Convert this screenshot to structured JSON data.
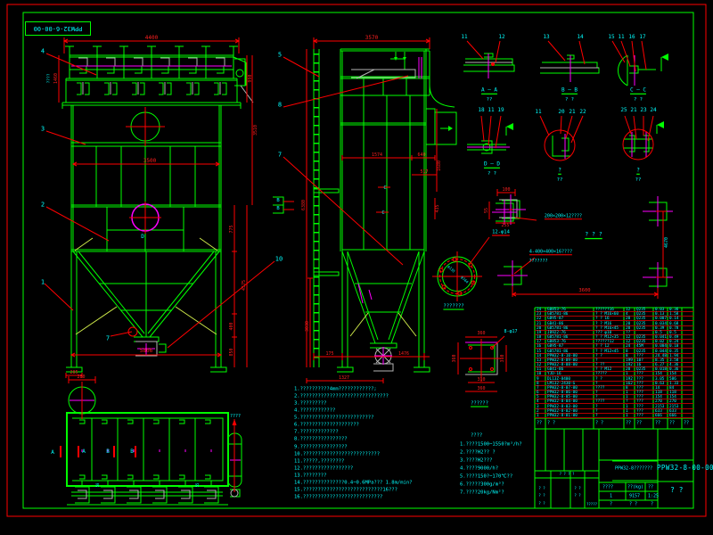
{
  "app": {
    "background": "#000000"
  },
  "colors": {
    "line_green": "#00ff00",
    "dim_red": "#ff0000",
    "text_cyan": "#00ffff",
    "accent_magenta": "#ff00ff",
    "brace_yellow": "#cde84a",
    "steel_grey": "#b4b4b4"
  },
  "header": {
    "drawing_no_corner": "PPW32-6-00-00"
  },
  "title_block": {
    "product_title": "PPW32-8???????",
    "drawing_no": "PPW32-8-00-00",
    "sheet_label": "?  ?",
    "qty_header": "????",
    "weight_header": "??(kg)",
    "scale_header": "??",
    "qty": "1",
    "weight": "9157",
    "scale": "1:25",
    "footer_cells": [
      "?",
      "? ?",
      "?"
    ]
  },
  "bom": {
    "header": [
      "??",
      "?  ?",
      "?  ?",
      "??",
      "??",
      "??",
      "??",
      "??"
    ],
    "rows": [
      [
        "24",
        "GB853-76",
        "??????16",
        "12",
        "Q235",
        "0.03",
        "0.36",
        ""
      ],
      [
        "23",
        "GB5781-86",
        "? ? M16×60",
        "4",
        "Q235",
        "0.13",
        "1.58",
        ""
      ],
      [
        "22",
        "GB95-87",
        "? ? 16",
        "20",
        "Q235",
        "0.007",
        "0.14",
        ""
      ],
      [
        "21",
        "GB41-86",
        "? ? M16",
        "20",
        "Q235",
        "0.034",
        "0.68",
        ""
      ],
      [
        "20",
        "GB5781-86",
        "? ? M16×45",
        "20",
        "Q235",
        "0.39",
        "0.78",
        ""
      ],
      [
        "19",
        "JB922-76",
        "??? φ10",
        "??",
        "",
        "0.5",
        "0.5",
        ""
      ],
      [
        "18",
        "GB5781-86",
        "? ? M12×35",
        "12",
        "Q235",
        "0.041",
        "0.49",
        ""
      ],
      [
        "17",
        "GB853-76",
        "??????12",
        "12",
        "Q235",
        "0.02",
        "0.24",
        ""
      ],
      [
        "16",
        "GB95-87",
        "? ? 12",
        "24",
        "45M",
        "0.004",
        "0.10",
        ""
      ],
      [
        "15",
        "GB5781-86",
        "? ? M12×45",
        "8",
        "Q235",
        "0.044",
        "0.35",
        ""
      ],
      [
        "14",
        "PPW32-8-10-00",
        "? ?",
        "8",
        "???",
        "24.48",
        "1.94",
        ""
      ],
      [
        "13",
        "PPW32-8-09-00",
        "?",
        "199",
        "10?",
        "8.35",
        "3.58",
        ""
      ],
      [
        "12",
        "PPW32-8-08-00",
        "? ??",
        "192",
        "16",
        "6.27",
        "4.36",
        ""
      ],
      [
        "11",
        "GB41-86",
        "? ? M12",
        "20",
        "Q235",
        "0.018",
        "0.36",
        ""
      ],
      [
        "10",
        "YJD-16",
        "?????",
        "1",
        "???",
        "154",
        "154",
        ""
      ],
      [
        "9",
        "DL13Z-8400",
        "? ?",
        "192",
        "???",
        "3.05",
        "586",
        ""
      ],
      [
        "8",
        "LM132-2430-G",
        "?",
        "162",
        "???",
        "0.63",
        "1.33",
        ""
      ],
      [
        "7",
        "PPW32-8-07-00",
        "????",
        "8",
        "???",
        "14",
        "84",
        ""
      ],
      [
        "6",
        "PPW32-8-06-00",
        "?",
        "1",
        "???",
        "118",
        "118",
        ""
      ],
      [
        "5",
        "PPW32-8-05-00",
        "?",
        "1",
        "???",
        "154",
        "154",
        ""
      ],
      [
        "4",
        "PPW32-8-04-00",
        "????",
        "?",
        "???",
        "270",
        "270",
        ""
      ],
      [
        "3",
        "PPW32-8-03-00",
        "?",
        "1",
        "???",
        "2153",
        "2153",
        ""
      ],
      [
        "2",
        "PPW32-8-02-00",
        "?",
        "1",
        "???",
        "633",
        "633",
        ""
      ],
      [
        "1",
        "PPW32-8-01-00",
        "?",
        "1",
        "???",
        "666",
        "666",
        ""
      ]
    ]
  },
  "notes": {
    "lines": [
      "1.??????????4mm????????????;",
      "2.??????????????????????????????",
      "3.?????????",
      "4.????????????",
      "5.?????????????????????????",
      "6.????????????????????",
      "7.?????????????",
      "8.????????????????",
      "9.????????????????",
      "10.??????????????????????????",
      "11.?????,????????",
      "12.?????????????????",
      "13.????????",
      "14.??????????????0.4~0.6MPa???  1.8m/min?",
      "15.???????????????????????????16???",
      "16.???????????????????????????"
    ],
    "specs_title": "????",
    "specs": [
      "1.????1500~1550?m³/h?",
      "2.????H2?? ?",
      "3.????H2???",
      "4.????9000/h?",
      "5.????150?~170℃??",
      "6.?????300g/m³?",
      "7.????20kg/Nm²?"
    ]
  },
  "labels": [
    [
      "4400",
      170,
      43,
      "r",
      6,
      0,
      0
    ],
    [
      "990",
      281,
      88,
      "r",
      5,
      -90,
      0
    ],
    [
      "1460",
      63,
      88,
      "r",
      5,
      -90,
      0
    ],
    [
      "????",
      55,
      88,
      "c",
      4.5,
      -90,
      0
    ],
    [
      "3500",
      168,
      181,
      "r",
      6,
      0,
      0
    ],
    [
      "3510",
      287,
      146,
      "r",
      5,
      -90,
      0
    ],
    [
      "4",
      48,
      58,
      "c",
      7,
      0,
      0
    ],
    [
      "3",
      48,
      145,
      "c",
      7,
      0,
      0
    ],
    [
      "2",
      48,
      230,
      "c",
      7,
      0,
      0
    ],
    [
      "1",
      48,
      317,
      "c",
      7,
      0,
      0
    ],
    [
      "7",
      121,
      380,
      "c",
      7,
      0,
      0
    ],
    [
      "10",
      313,
      291,
      "c",
      7,
      0,
      0
    ],
    [
      "775",
      260,
      257,
      "r",
      5,
      -90,
      0
    ],
    [
      "4575",
      274,
      320,
      "r",
      5,
      -90,
      0
    ],
    [
      "400",
      260,
      366,
      "r",
      5,
      -90,
      0
    ],
    [
      "850",
      260,
      395,
      "r",
      5,
      -90,
      0
    ],
    [
      "5806",
      164,
      394,
      "r",
      6,
      0,
      0
    ],
    [
      "285",
      83,
      418,
      "r",
      5,
      0,
      0
    ],
    [
      "D",
      160,
      266,
      "c",
      6,
      0,
      0
    ],
    [
      "B",
      312,
      225,
      "c",
      5.5,
      0,
      0
    ],
    [
      "B",
      312,
      234,
      "c",
      5.5,
      0,
      0
    ],
    [
      "3570",
      417,
      43,
      "r",
      6,
      0,
      0
    ],
    [
      "5",
      314,
      62,
      "c",
      7,
      0,
      0
    ],
    [
      "8",
      314,
      118,
      "c",
      7,
      0,
      0
    ],
    [
      "7",
      314,
      174,
      "c",
      7,
      0,
      0
    ],
    [
      "6380",
      341,
      230,
      "r",
      5,
      -90,
      0
    ],
    [
      "3030",
      345,
      366,
      "r",
      5,
      -90,
      0
    ],
    [
      "1574",
      423,
      174,
      "r",
      5,
      0,
      0
    ],
    [
      "640",
      473,
      174,
      "r",
      5,
      0,
      0
    ],
    [
      "1680",
      493,
      186,
      "r",
      5,
      -90,
      0
    ],
    [
      "517",
      476,
      193,
      "r",
      5,
      0,
      0
    ],
    [
      "435",
      491,
      234,
      "r",
      5,
      -90,
      0
    ],
    [
      "C",
      432,
      211,
      "c",
      5.5,
      0,
      0
    ],
    [
      "C",
      430,
      239,
      "c",
      5.5,
      0,
      0
    ],
    [
      "175",
      370,
      397,
      "r",
      5,
      0,
      0
    ],
    [
      "1476",
      453,
      397,
      "r",
      5,
      0,
      0
    ],
    [
      "1327",
      386,
      424,
      "r",
      5,
      0,
      0
    ],
    [
      "11",
      521,
      42,
      "c",
      6,
      0,
      0
    ],
    [
      "12",
      563,
      42,
      "c",
      6,
      0,
      0
    ],
    [
      "13",
      613,
      42,
      "c",
      6,
      0,
      0
    ],
    [
      "14",
      651,
      42,
      "c",
      6,
      0,
      0
    ],
    [
      "15",
      686,
      42,
      "c",
      6,
      0,
      0
    ],
    [
      "11",
      697,
      42,
      "c",
      6,
      0,
      0
    ],
    [
      "16",
      709,
      42,
      "c",
      6,
      0,
      0
    ],
    [
      "17",
      721,
      42,
      "c",
      6,
      0,
      0
    ],
    [
      "A — A",
      549,
      102,
      "c",
      6,
      0,
      1
    ],
    [
      "??",
      549,
      112,
      "c",
      5.5,
      0,
      0
    ],
    [
      "B — B",
      639,
      102,
      "c",
      6,
      0,
      1
    ],
    [
      "? ?",
      639,
      112,
      "c",
      5.5,
      0,
      0
    ],
    [
      "C — C",
      716,
      102,
      "c",
      6,
      0,
      1
    ],
    [
      "? ?",
      716,
      112,
      "c",
      5.5,
      0,
      0
    ],
    [
      "18",
      540,
      124,
      "c",
      6,
      0,
      0
    ],
    [
      "11",
      551,
      124,
      "c",
      6,
      0,
      0
    ],
    [
      "19",
      562,
      124,
      "c",
      6,
      0,
      0
    ],
    [
      "11",
      604,
      126,
      "c",
      6,
      0,
      0
    ],
    [
      "20",
      630,
      126,
      "c",
      6,
      0,
      0
    ],
    [
      "21",
      642,
      126,
      "c",
      6,
      0,
      0
    ],
    [
      "22",
      654,
      126,
      "c",
      6,
      0,
      0
    ],
    [
      "25",
      700,
      124,
      "c",
      6,
      0,
      0
    ],
    [
      "21",
      711,
      124,
      "c",
      6,
      0,
      0
    ],
    [
      "23",
      722,
      124,
      "c",
      6,
      0,
      0
    ],
    [
      "24",
      733,
      124,
      "c",
      6,
      0,
      0
    ],
    [
      "D — D",
      552,
      185,
      "c",
      6,
      0,
      1
    ],
    [
      "? ?",
      552,
      195,
      "c",
      5.5,
      0,
      0
    ],
    [
      "?",
      628,
      192,
      "c",
      6,
      0,
      1
    ],
    [
      "??",
      628,
      202,
      "c",
      5.5,
      0,
      0
    ],
    [
      "?",
      716,
      192,
      "c",
      6,
      0,
      1
    ],
    [
      "??",
      716,
      202,
      "c",
      5.5,
      0,
      0
    ],
    [
      "100",
      568,
      213,
      "r",
      5,
      0,
      0
    ],
    [
      "55",
      546,
      236,
      "r",
      5,
      -90,
      0
    ],
    [
      "255",
      567,
      253,
      "r",
      5,
      0,
      0
    ],
    [
      "200×200×12????",
      632,
      243,
      "c",
      5,
      0,
      2
    ],
    [
      "? ? ?",
      666,
      264,
      "c",
      6.5,
      0,
      1
    ],
    [
      "4-400×400×16????",
      618,
      283,
      "c",
      5,
      0,
      2
    ],
    [
      "???????",
      604,
      293,
      "c",
      5,
      0,
      0
    ],
    [
      "3600",
      656,
      326,
      "r",
      5.5,
      0,
      0
    ],
    [
      "4670",
      748,
      272,
      "c",
      5,
      -90,
      0
    ],
    [
      "12-φ14",
      562,
      261,
      "c",
      5.5,
      0,
      2
    ],
    [
      "φ135",
      506,
      302,
      "c",
      4,
      45,
      0
    ],
    [
      "φ164",
      521,
      314,
      "c",
      4,
      45,
      0
    ],
    [
      "???????",
      509,
      344,
      "c",
      5.5,
      0,
      1
    ],
    [
      "8-φ17",
      573,
      372,
      "c",
      5,
      0,
      0
    ],
    [
      "360",
      540,
      374,
      "r",
      5,
      0,
      0
    ],
    [
      "360",
      510,
      402,
      "r",
      5,
      -90,
      0
    ],
    [
      "310",
      564,
      402,
      "r",
      5,
      -90,
      0
    ],
    [
      "310",
      540,
      426,
      "r",
      5,
      0,
      0
    ],
    [
      "360",
      540,
      436,
      "r",
      5,
      0,
      0
    ],
    [
      "??????",
      538,
      453,
      "c",
      5.5,
      0,
      1
    ],
    [
      "280",
      91,
      423,
      "r",
      5,
      0,
      0
    ],
    [
      "A",
      59,
      508,
      "c",
      6,
      0,
      0
    ],
    [
      "A",
      94,
      507,
      "c",
      6,
      0,
      0
    ],
    [
      "B",
      121,
      507,
      "c",
      6,
      0,
      0
    ],
    [
      "B",
      148,
      507,
      "c",
      6,
      0,
      0
    ],
    [
      "????",
      264,
      467,
      "c",
      5,
      0,
      0
    ],
    [
      "50",
      110,
      544,
      "c",
      4,
      -90,
      0
    ],
    [
      "55",
      222,
      544,
      "c",
      4,
      -90,
      0
    ],
    [
      "? ? ? ?",
      636,
      532,
      "c",
      4,
      0,
      0
    ],
    [
      "? ?",
      608,
      548,
      "c",
      4,
      0,
      0
    ],
    [
      "? ?",
      608,
      556,
      "c",
      4,
      0,
      0
    ],
    [
      "? ?",
      608,
      565,
      "c",
      4,
      0,
      0
    ],
    [
      "? ?",
      648,
      548,
      "c",
      4,
      0,
      0
    ],
    [
      "? ?",
      648,
      556,
      "c",
      4,
      0,
      0
    ],
    [
      "?????",
      664,
      566,
      "c",
      4,
      0,
      0
    ]
  ]
}
